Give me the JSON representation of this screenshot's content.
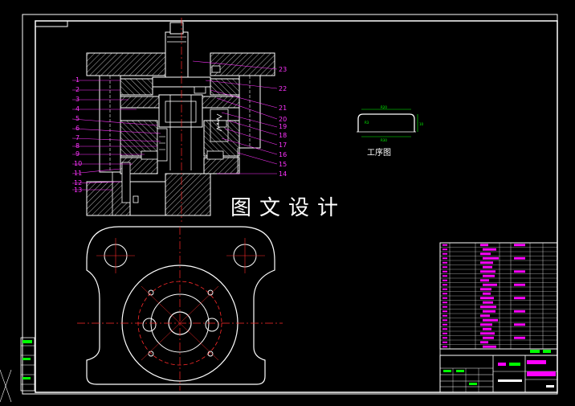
{
  "drawing": {
    "watermark_text": "图文设计",
    "process_label": "工序图",
    "part_numbers_left": [
      "1",
      "2",
      "3",
      "4",
      "5",
      "6",
      "7",
      "8",
      "9",
      "10",
      "11",
      "12",
      "13"
    ],
    "part_numbers_right": [
      "23",
      "22",
      "21",
      "20",
      "19",
      "18",
      "17",
      "16",
      "15",
      "14"
    ],
    "colors": {
      "background": "#000000",
      "lines": "#ffffff",
      "callouts": "#ff33ff",
      "centerline": "#ff2a2a",
      "accent": "#00ff00",
      "highlight": "#ff00ff"
    }
  }
}
